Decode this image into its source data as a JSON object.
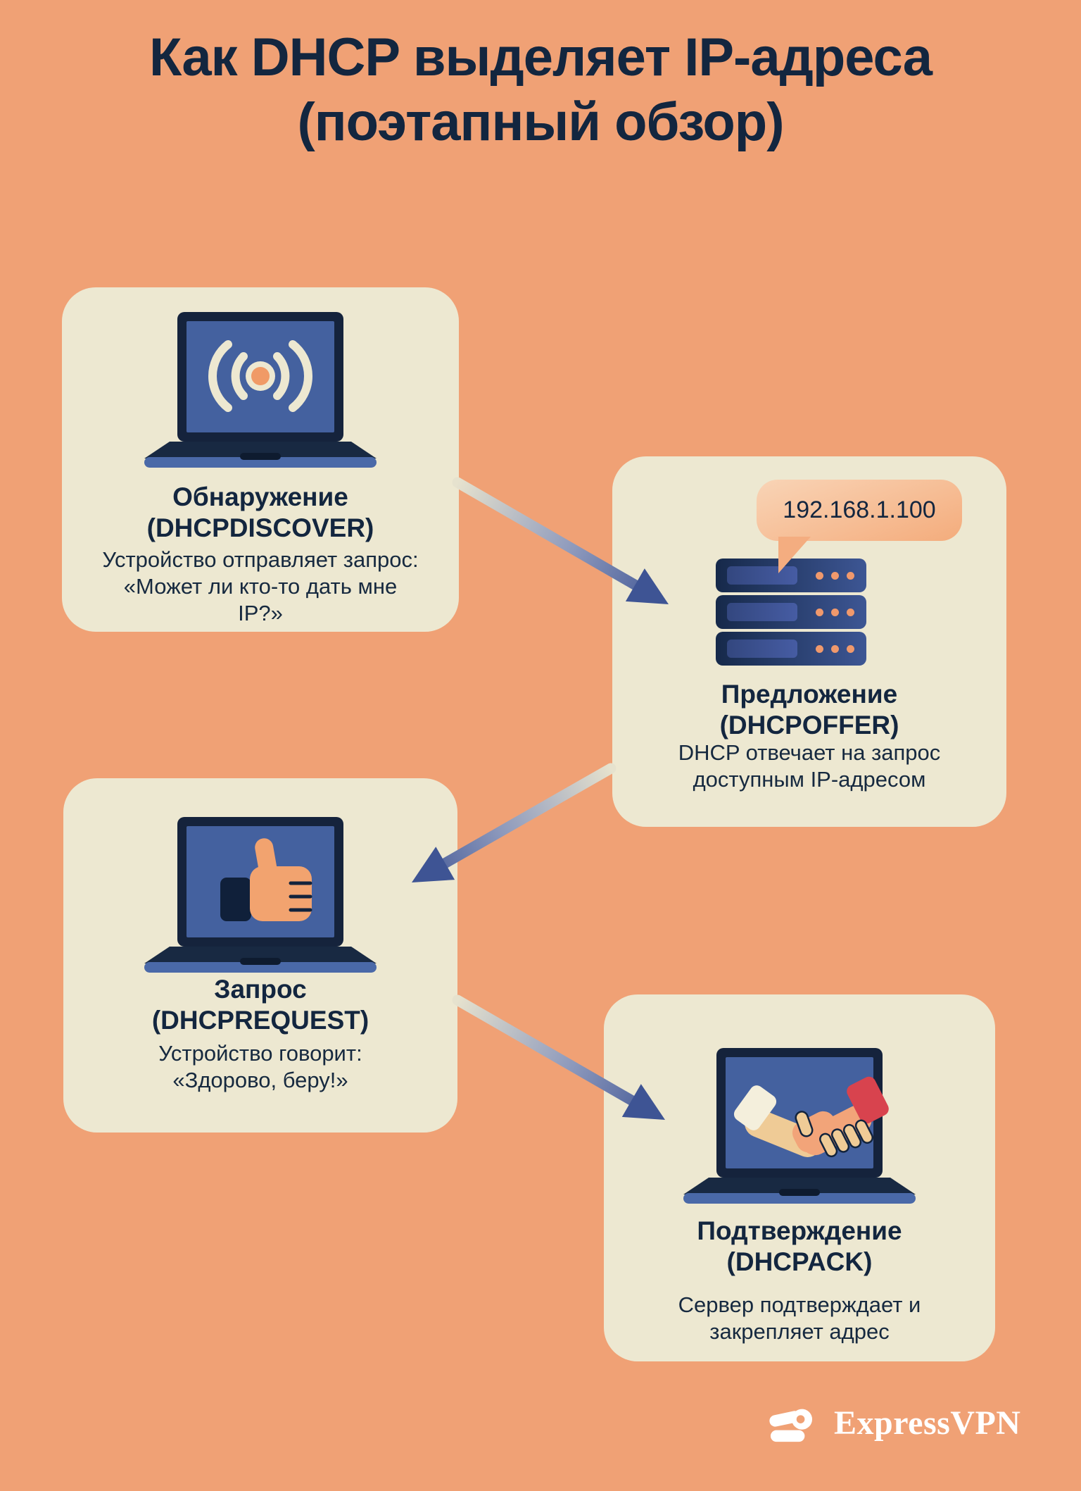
{
  "page": {
    "title_line1": "Как DHCP выделяет IP-адреса",
    "title_line2": "(поэтапный обзор)"
  },
  "steps": [
    {
      "id": "discover",
      "title_line1": "Обнаружение",
      "title_line2": "(DHCPDISCOVER)",
      "body": "Устройство отправляет запрос: «Может ли кто-то дать мне IP?»",
      "icon": "laptop-broadcast-signal"
    },
    {
      "id": "offer",
      "title_line1": "Предложение",
      "title_line2": "(DHCPOFFER)",
      "body": "DHCP отвечает на запрос доступным IP-адресом",
      "bubble_text": "192.168.1.100",
      "icon": "server-stack"
    },
    {
      "id": "request",
      "title_line1": "Запрос",
      "title_line2": "(DHCPREQUEST)",
      "body": "Устройство говорит: «Здорово, беру!»",
      "icon": "laptop-thumbs-up"
    },
    {
      "id": "ack",
      "title_line1": "Подтверждение",
      "title_line2": "(DHCPACK)",
      "body": "Сервер подтверждает и закрепляет адрес",
      "icon": "laptop-handshake"
    }
  ],
  "footer": {
    "brand": "ExpressVPN"
  },
  "colors": {
    "background": "#F0A175",
    "card": "#EDE8D1",
    "navy_text": "#13263F",
    "screen_blue": "#44619F",
    "laptop_base_blue": "#4A69A8",
    "arrow_blue": "#3E5494",
    "bubble_peach": "#F4AC7C",
    "dot_orange": "#F0996C",
    "red_cuff": "#D8434E",
    "brand_white": "#FFFFFF"
  },
  "icons": {
    "broadcast": "broadcast-signal-icon",
    "servers": "server-stack-icon",
    "thumbs_up": "thumbs-up-icon",
    "handshake": "handshake-icon",
    "brand_mark": "expressvpn-logomark-icon"
  }
}
